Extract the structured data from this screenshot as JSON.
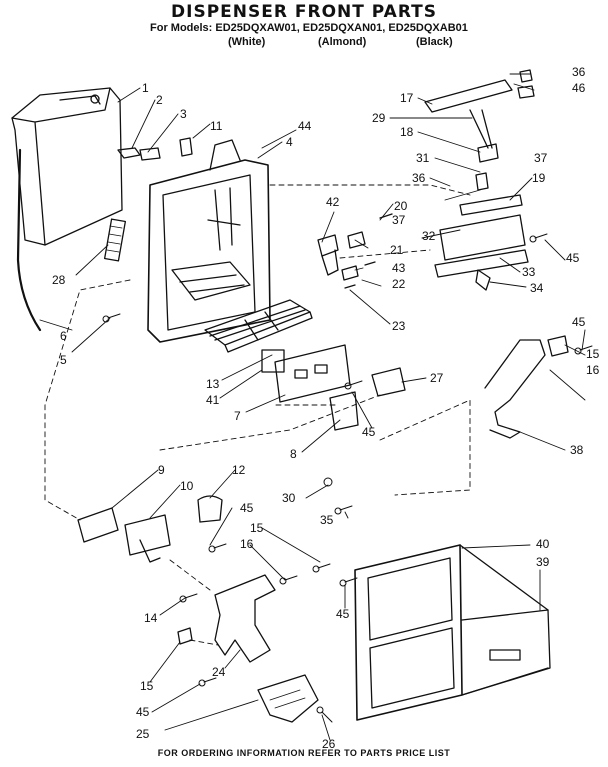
{
  "header": {
    "title": "DISPENSER FRONT PARTS",
    "models_line": "For Models: ED25DQXAW01, ED25DQXAN01, ED25DQXAB01",
    "colors": [
      "(White)",
      "(Almond)",
      "(Black)"
    ]
  },
  "callouts": [
    "1",
    "2",
    "3",
    "11",
    "44",
    "4",
    "36",
    "46",
    "17",
    "29",
    "18",
    "31",
    "36",
    "37",
    "19",
    "20",
    "42",
    "37",
    "32",
    "21",
    "45",
    "43",
    "22",
    "33",
    "34",
    "23",
    "28",
    "6",
    "5",
    "13",
    "41",
    "7",
    "27",
    "45",
    "15",
    "16",
    "45",
    "8",
    "38",
    "9",
    "12",
    "10",
    "30",
    "35",
    "45",
    "15",
    "16",
    "40",
    "39",
    "14",
    "45",
    "15",
    "24",
    "45",
    "25",
    "26"
  ],
  "footer": "FOR ORDERING INFORMATION REFER TO PARTS PRICE LIST"
}
